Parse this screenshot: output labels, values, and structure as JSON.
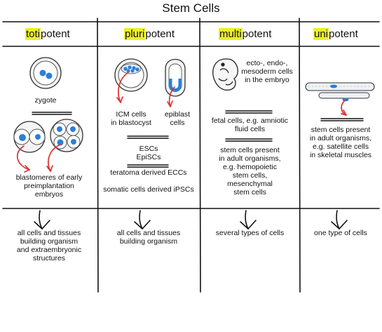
{
  "title": "Stem Cells",
  "columns": [
    {
      "highlight": "toti",
      "rest": "potent",
      "items": [
        "zygote",
        "blastomeres of early",
        "preimplantation",
        "embryos"
      ],
      "outcome": [
        "all cells and tissues",
        "building organism",
        "and extraembryonic",
        "structures"
      ]
    },
    {
      "highlight": "pluri",
      "rest": "potent",
      "items": [
        "ICM cells",
        "in blastocyst",
        "epiblast",
        "cells",
        "ESCs",
        "EpiSCs",
        "teratoma derived ECCs",
        "somatic cells derived iPSCs"
      ],
      "outcome": [
        "all cells and tissues",
        "building organism"
      ]
    },
    {
      "highlight": "multi",
      "rest": "potent",
      "items": [
        "ecto-, endo-,",
        "mesoderm cells",
        "in the embryo",
        "fetal cells, e.g. amniotic",
        "fluid cells",
        "stem cells present",
        "in adult organisms,",
        "e.g. hemopoietic",
        "stem cells,",
        "mesenchymal",
        "stem cells"
      ],
      "outcome": [
        "several types of cells"
      ]
    },
    {
      "highlight": "uni",
      "rest": "potent",
      "items": [
        "stem cells present",
        "in adult organisms,",
        "e.g. satellite cells",
        "in skeletal muscles"
      ],
      "outcome": [
        "one type of cells"
      ]
    }
  ],
  "colors": {
    "highlight": "#ecef2a",
    "arrow": "#e03030",
    "nucleus": "#2b7fd6",
    "ink": "#111111"
  }
}
